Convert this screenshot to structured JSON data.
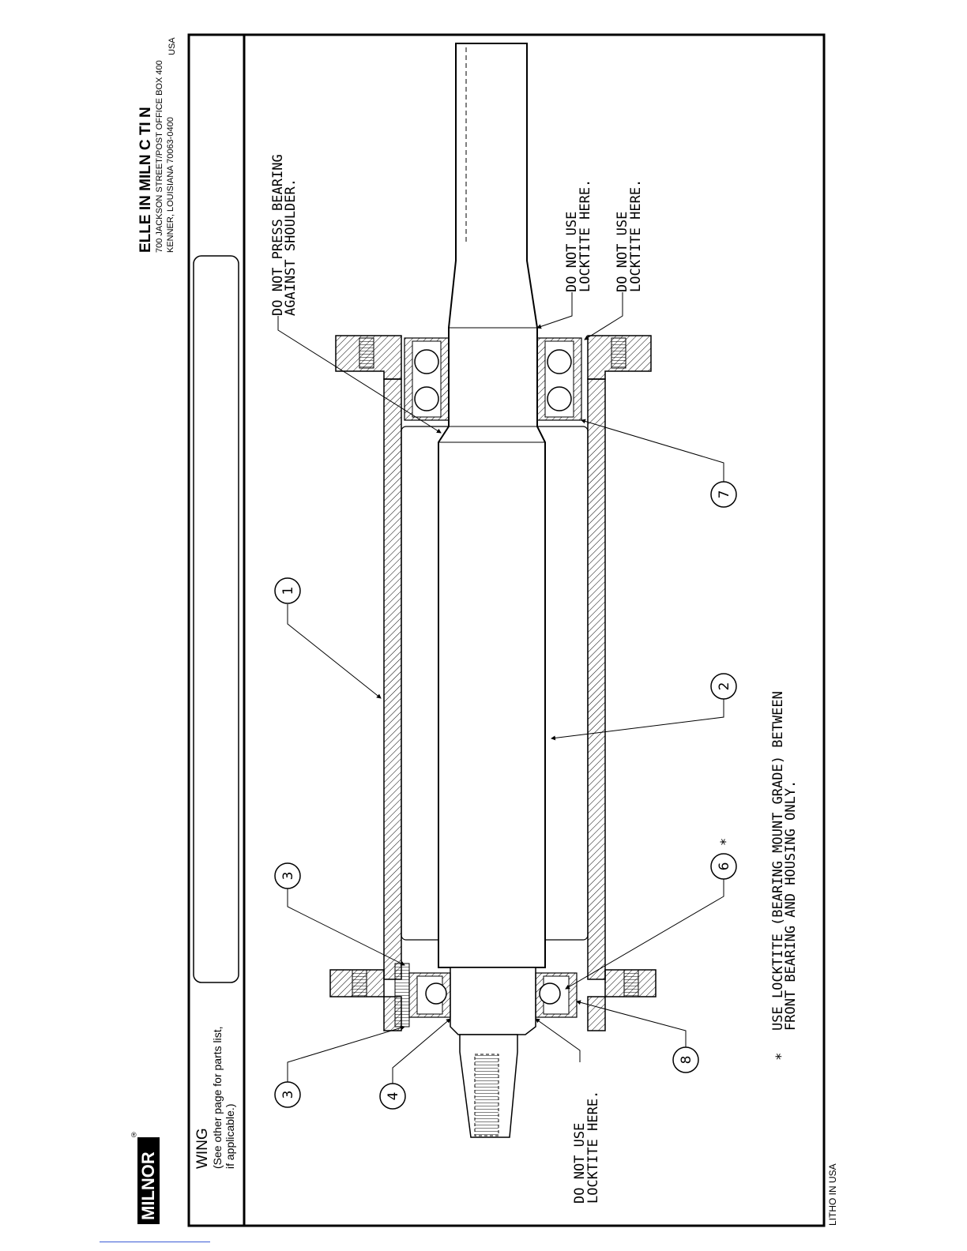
{
  "company": {
    "name": "ELLE IN MILN  C     TI N",
    "address_line_1": "700 JACKSON STREET/POST OFFICE BOX 400",
    "address_line_2": "KENNER, LOUISIANA 70063-0400",
    "country": "USA"
  },
  "logo": {
    "text": "MILNOR",
    "registered_mark": "®"
  },
  "title_block": {
    "title": "WING",
    "note_line_1": "(See other page for parts list,",
    "note_line_2": "if applicable.)"
  },
  "notes": {
    "press_1": "DO NOT PRESS BEARING",
    "press_2": "AGAINST SHOULDER.",
    "locktite_a_1": "DO NOT USE",
    "locktite_a_2": "LOCKTITE HERE.",
    "locktite_b_1": "DO NOT USE",
    "locktite_b_2": "LOCKTITE HERE.",
    "locktite_c_1": "DO NOT USE",
    "locktite_c_2": "LOCKTITE HERE.",
    "use_1": "USE LOCKTITE (BEARING MOUNT GRADE) BETWEEN",
    "use_2": "FRONT BEARING AND HOUSING ONLY.",
    "asterisk": "*"
  },
  "balloons": {
    "b1": "1",
    "b2": "2",
    "b3a": "3",
    "b3b": "3",
    "b4": "4",
    "b6": "6",
    "b6_star": "*",
    "b7": "7",
    "b8": "8"
  },
  "footer": {
    "litho": "LITHO IN USA"
  },
  "colors": {
    "ink": "#000000",
    "link": "#3b5bd6"
  }
}
